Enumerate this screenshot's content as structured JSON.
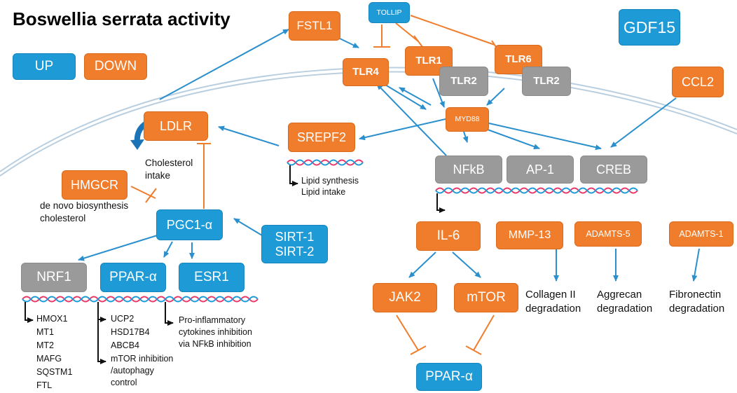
{
  "title": "Boswellia serrata activity",
  "legend": {
    "up": "UP",
    "down": "DOWN",
    "up_color": "#1e9ad6",
    "down_color": "#f07d2b",
    "neutral_color": "#9a9a9a"
  },
  "nodes": {
    "fstl1": "FSTL1",
    "tollip": "TOLLIP",
    "gdf15": "GDF15",
    "tlr4": "TLR4",
    "tlr1": "TLR1",
    "tlr6": "TLR6",
    "tlr2a": "TLR2",
    "tlr2b": "TLR2",
    "ccl2": "CCL2",
    "myd88": "MYD88",
    "ldlr": "LDLR",
    "srepf2": "SREPF2",
    "hmgcr": "HMGCR",
    "nfkb": "NFkB",
    "ap1": "AP-1",
    "creb": "CREB",
    "pgc1a": "PGC1-α",
    "sirt1": "SIRT-1",
    "sirt2": "SIRT-2",
    "il6": "IL-6",
    "mmp13": "MMP-13",
    "adamts5": "ADAMTS-5",
    "adamts1": "ADAMTS-1",
    "nrf1": "NRF1",
    "ppara": "PPAR-α",
    "esr1": "ESR1",
    "jak2": "JAK2",
    "mtor": "mTOR",
    "ppara2": "PPAR-α"
  },
  "labels": {
    "chol_intake_1": "Cholesterol",
    "chol_intake_2": "intake",
    "denovo_1": "de novo biosynthesis",
    "denovo_2": "cholesterol",
    "lipid_1": "Lipid synthesis",
    "lipid_2": "Lipid intake",
    "collagen_1": "Collagen II",
    "collagen_2": "degradation",
    "aggrecan_1": "Aggrecan",
    "aggrecan_2": "degradation",
    "fibronectin_1": "Fibronectin",
    "fibronectin_2": "degradation"
  },
  "nrf1_targets": [
    "HMOX1",
    "MT1",
    "MT2",
    "MAFG",
    "SQSTM1",
    "FTL"
  ],
  "ppar_targets": [
    "UCP2",
    "HSD17B4",
    "ABCB4"
  ],
  "mtor_note": [
    "mTOR inhibition",
    "/autophagy",
    "control"
  ],
  "esr1_note": [
    "Pro-inflammatory",
    "cytokines inhibition",
    "via NFkB inhibition"
  ]
}
